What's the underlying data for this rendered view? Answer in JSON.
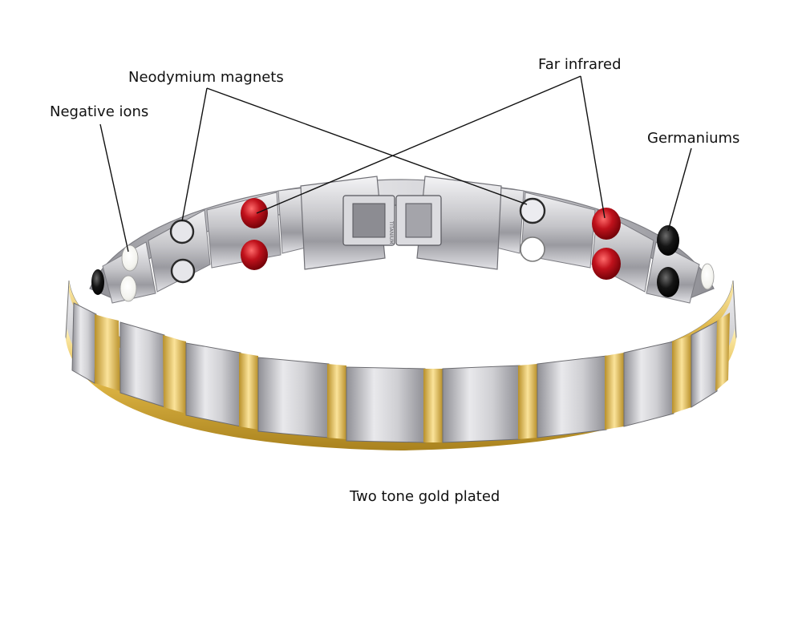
{
  "labels": {
    "neodymium": "Neodymium magnets",
    "negative_ions": "Negative ions",
    "far_infrared": "Far infrared",
    "germaniums": "Germaniums"
  },
  "caption": "Two tone gold plated",
  "clasp_engraving": "TITANIUM",
  "colors": {
    "gold": "#d8b24a",
    "silver": "#c9c9cc",
    "red_stone": "#c0121c",
    "black_stone": "#141414",
    "white_stone": "#f7f7f2",
    "leader_line": "#111111"
  }
}
